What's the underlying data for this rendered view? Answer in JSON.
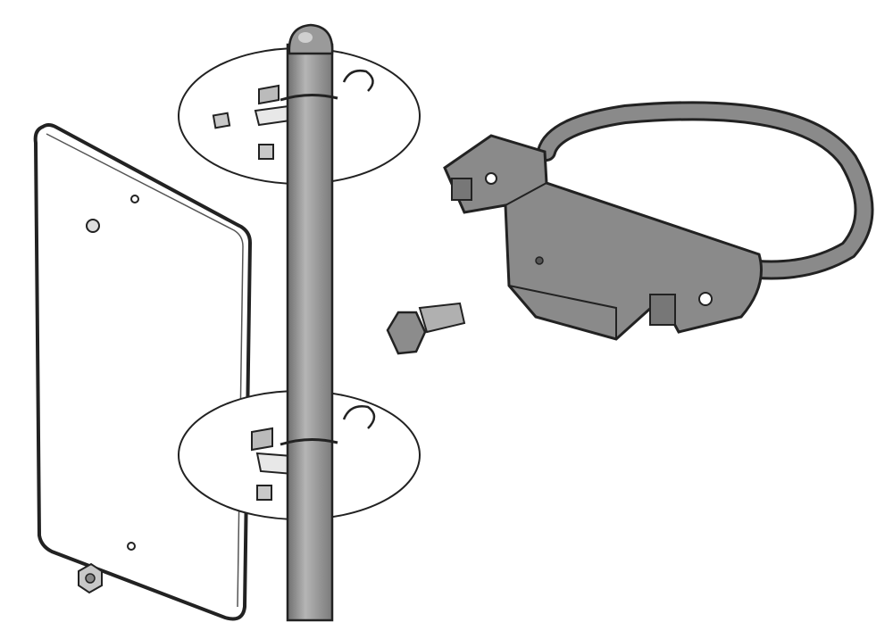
{
  "diagram": {
    "colors": {
      "background": "#ffffff",
      "outline": "#222222",
      "pole": "#9a9a9a",
      "bracket": "#8a8a8a",
      "hardware": "#a0a0a0"
    },
    "parts": [
      "mounting-plate",
      "pole",
      "upper-clamp-disc",
      "lower-clamp-disc",
      "bolt",
      "u-bolt-bracket"
    ]
  }
}
